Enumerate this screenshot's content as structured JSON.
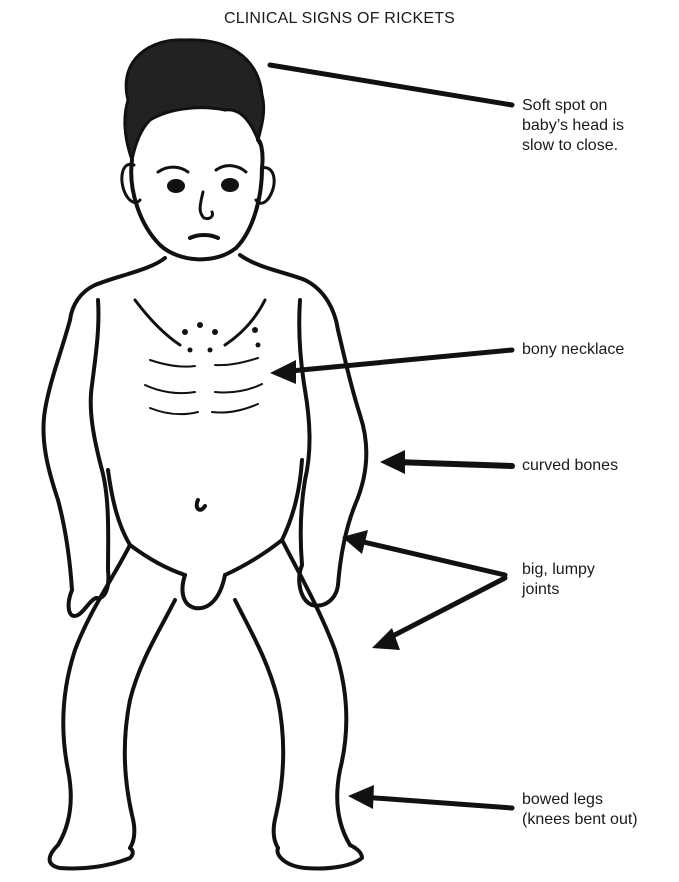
{
  "title": "CLINICAL SIGNS OF RICKETS",
  "labels": {
    "soft_spot": [
      "Soft spot on",
      "baby’s head is",
      "slow to close."
    ],
    "bony_necklace": [
      "bony necklace"
    ],
    "curved_bones": [
      "curved bones"
    ],
    "lumpy_joints": [
      "big, lumpy",
      "joints"
    ],
    "bowed_legs": [
      "bowed legs",
      "(knees bent out)"
    ]
  },
  "colors": {
    "ink": "#111111",
    "text": "#1a1a1a",
    "background": "#ffffff"
  }
}
